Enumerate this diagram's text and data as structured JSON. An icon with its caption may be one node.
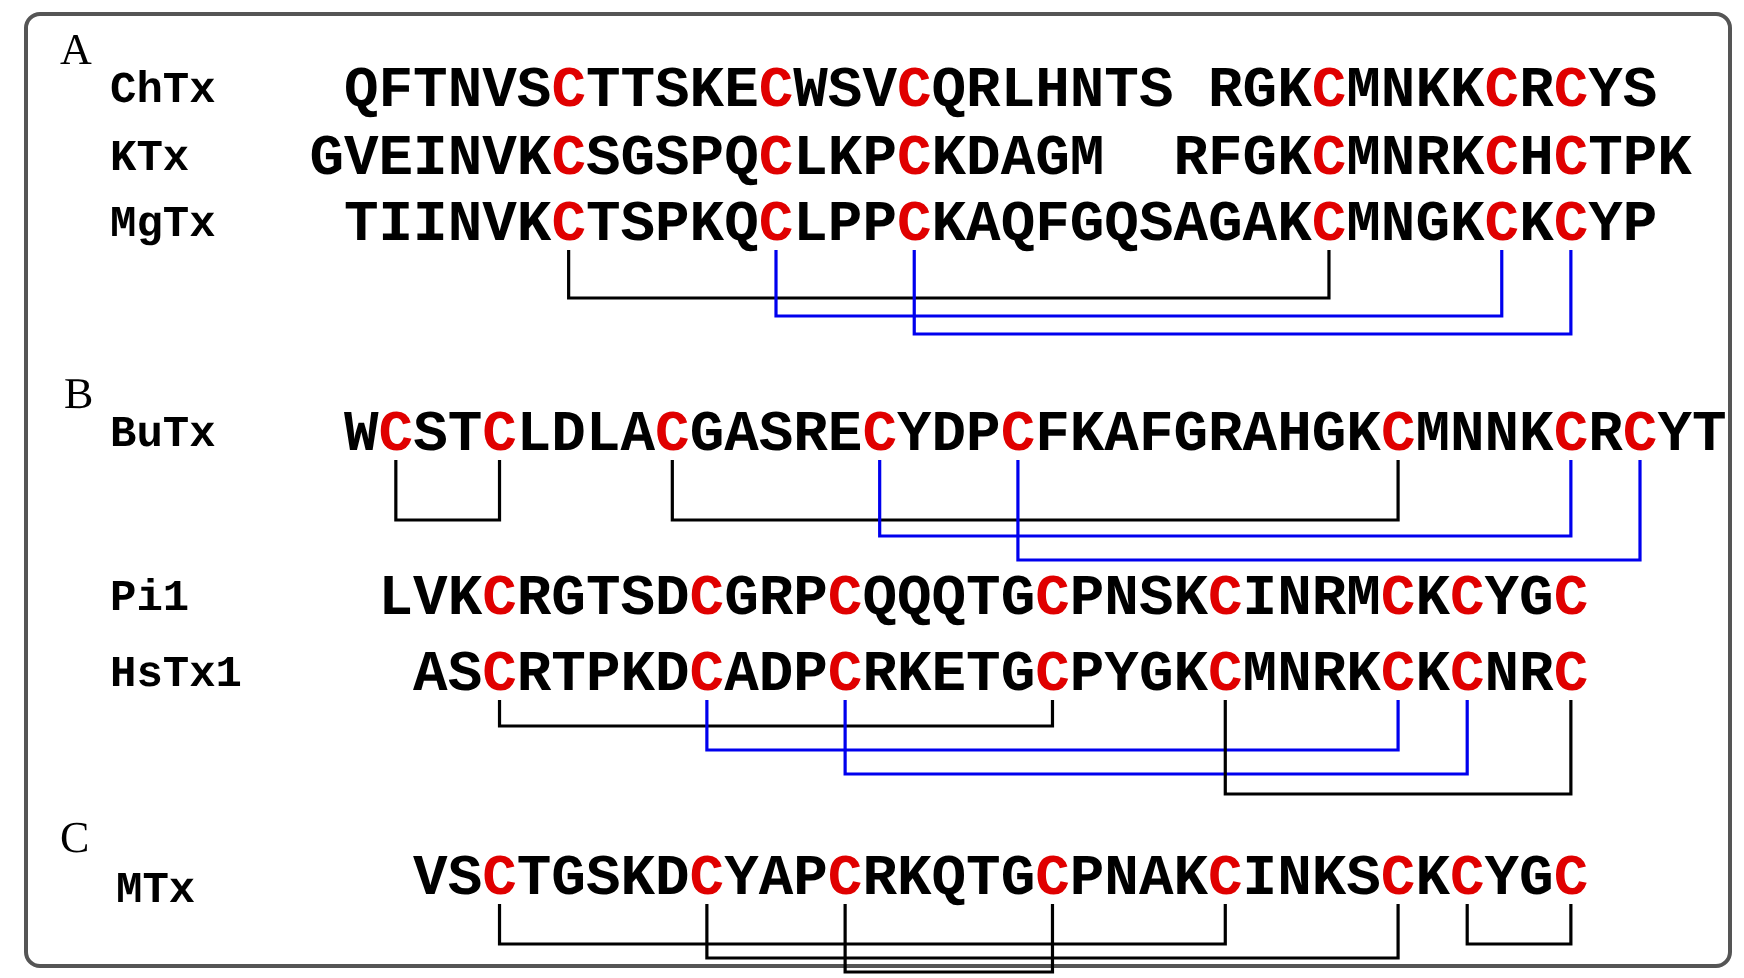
{
  "diagram": {
    "labels": [
      "A",
      "ChTx",
      "QFTNVSCTTSKECWSVCQRLHNTS RGKCMNKKCRCYS",
      "KTx",
      "GVEINVKCSGSPQCLKPCKDAGM  RFGKCMNRKCHCTPK",
      "MgTx",
      "TIINVKCTSPKQCLPPCKAQFGQSAGAKCMNGKCKCYP",
      "B",
      "BuTx",
      "WCSTCLDLACGASRECYDPCFKAFGRAHGKCMNNKCRCYT",
      "Pi1",
      "LVKCRGTSDCGRPCQQQTGCPNSKCINRMCKCYGC",
      "HsTx1",
      "ASCRTPKDCADPCRKETGCPYGKCMNRKCKCNRC",
      "C",
      "MTx",
      "VSCTGSKDCYAPCRKQTGCPNAKCINKSCKCYGC"
    ]
  }
}
